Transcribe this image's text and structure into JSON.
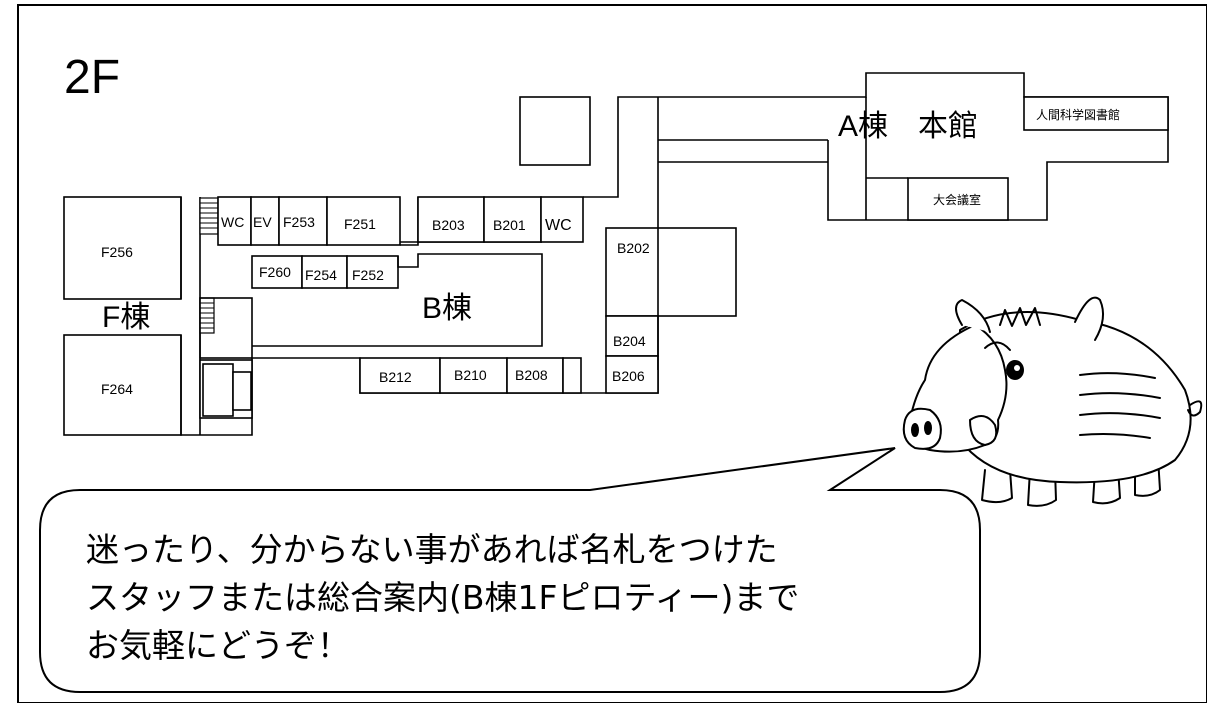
{
  "floor_label": "2F",
  "buildings": {
    "a": "A棟　本館",
    "b": "B棟",
    "f": "F棟"
  },
  "rooms": {
    "f256": "F256",
    "f264": "F264",
    "wc_f": "WC",
    "ev": "EV",
    "f253": "F253",
    "f251": "F251",
    "f260": "F260",
    "f254": "F254",
    "f252": "F252",
    "b203": "B203",
    "b201": "B201",
    "wc_b": "WC",
    "b202": "B202",
    "b204": "B204",
    "b206": "B206",
    "b212": "B212",
    "b210": "B210",
    "b208": "B208",
    "library": "人間科学図書館",
    "conference": "大会議室"
  },
  "message": {
    "line1": "迷ったり、分からない事があれば名札をつけた",
    "line2": "スタッフまたは総合案内(B棟1Fピロティー)まで",
    "line3": "お気軽にどうぞ！"
  },
  "mascot": "boar-mascot-illustration"
}
